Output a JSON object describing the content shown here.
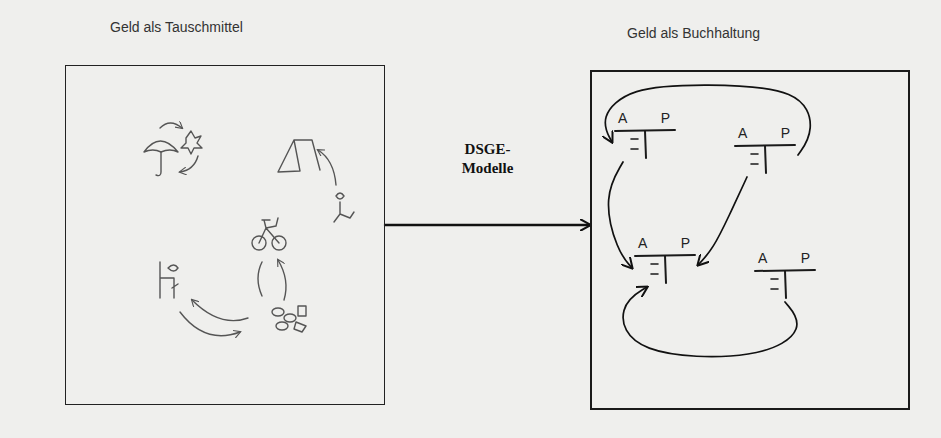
{
  "diagram": {
    "nodes": [
      {
        "text": [
          "Geld als Tauschmittel"
        ]
      },
      {
        "text": [
          "Geld als Buchhaltung"
        ]
      },
      {
        "text": [
          "A",
          "P"
        ],
        "in": 1
      },
      {
        "text": [
          "A",
          "P"
        ],
        "in": 1
      },
      {
        "text": [
          "A",
          "P"
        ],
        "in": 1
      },
      {
        "text": [
          "A",
          "P"
        ],
        "in": 1
      }
    ],
    "edges": [
      {
        "from": 0,
        "to": 1,
        "label": "DSGE-Modelle",
        "arrow": "to"
      },
      {
        "from": 3,
        "to": 2,
        "arrow": "to"
      },
      {
        "from": 2,
        "to": 4,
        "arrow": "to"
      },
      {
        "from": 3,
        "to": 4,
        "arrow": "to"
      },
      {
        "from": 5,
        "to": 4,
        "arrow": "to"
      }
    ]
  }
}
